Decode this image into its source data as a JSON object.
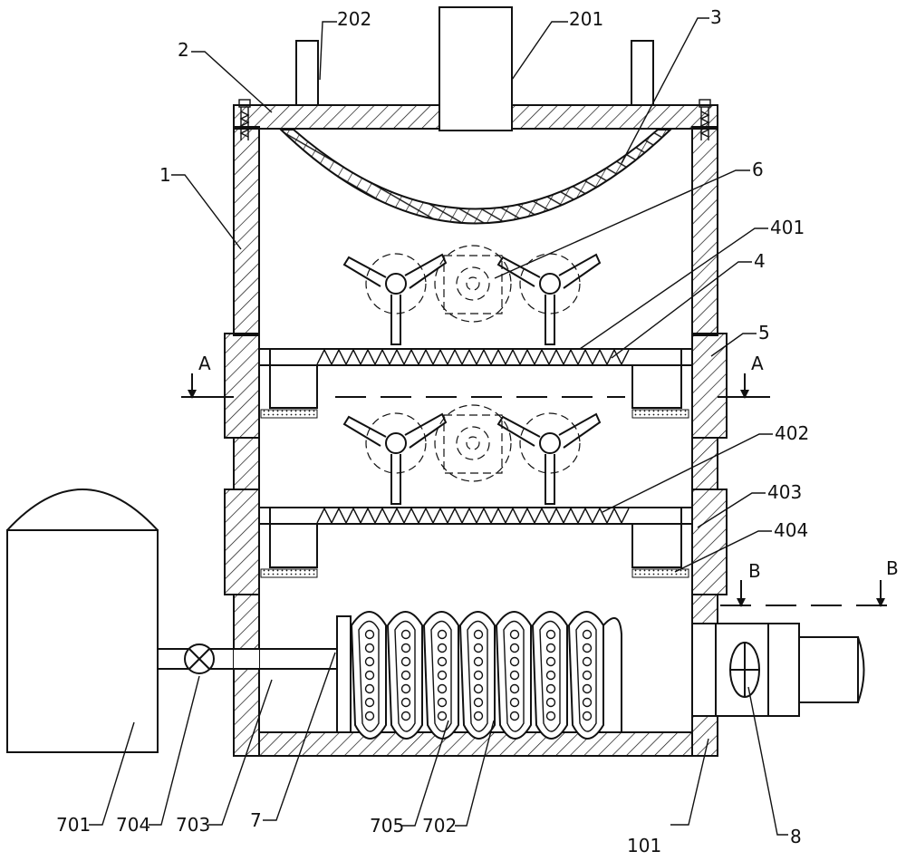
{
  "labels": {
    "l1": "1",
    "l101": "101",
    "l2": "2",
    "l201": "201",
    "l202": "202",
    "l3": "3",
    "l4": "4",
    "l401": "401",
    "l402": "402",
    "l403": "403",
    "l404": "404",
    "l5": "5",
    "l6": "6",
    "l7": "7",
    "l701": "701",
    "l702": "702",
    "l703": "703",
    "l704": "704",
    "l705": "705",
    "l8": "8"
  },
  "section_marks": {
    "a_left": "A",
    "a_right": "A",
    "b_left": "B",
    "b_right": "B"
  }
}
